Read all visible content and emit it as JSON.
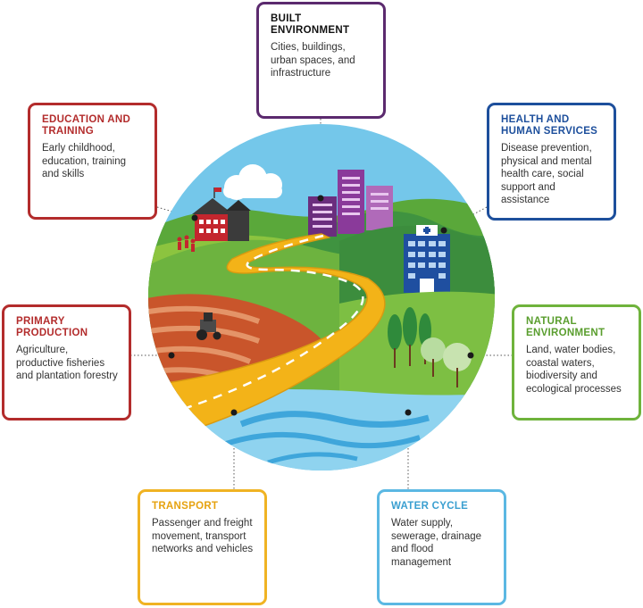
{
  "colors": {
    "built": "#5b2a6e",
    "health": "#1d4f9c",
    "natural": "#6fb33c",
    "water": "#5bb8e3",
    "transport": "#f0b323",
    "primary": "#b32c2c",
    "education": "#b32c2c",
    "sky": "#74c7ea",
    "road": "#f3b318"
  },
  "sectors": [
    {
      "key": "built",
      "title": "BUILT ENVIRONMENT",
      "text": "Cities, buildings, urban spaces, and infrastructure"
    },
    {
      "key": "health",
      "title": "HEALTH AND HUMAN SERVICES",
      "text": "Disease prevention, physical and mental health care, social support and assistance"
    },
    {
      "key": "natural",
      "title": "NATURAL ENVIRONMENT",
      "text": "Land, water bodies, coastal waters, biodiversity and ecological processes"
    },
    {
      "key": "water",
      "title": "WATER CYCLE",
      "text": "Water supply, sewerage, drainage and flood management"
    },
    {
      "key": "transport",
      "title": "TRANSPORT",
      "text": "Passenger and freight movement, transport networks and vehicles"
    },
    {
      "key": "primary",
      "title": "PRIMARY PRODUCTION",
      "text": "Agriculture, productive fisheries and plantation forestry"
    },
    {
      "key": "education",
      "title": "EDUCATION AND TRAINING",
      "text": "Early childhood, education, training and skills"
    }
  ],
  "icons": {
    "hospital": "hospital-icon",
    "school": "school-icon",
    "tractor": "tractor-icon",
    "towers": "city-towers-icon"
  }
}
